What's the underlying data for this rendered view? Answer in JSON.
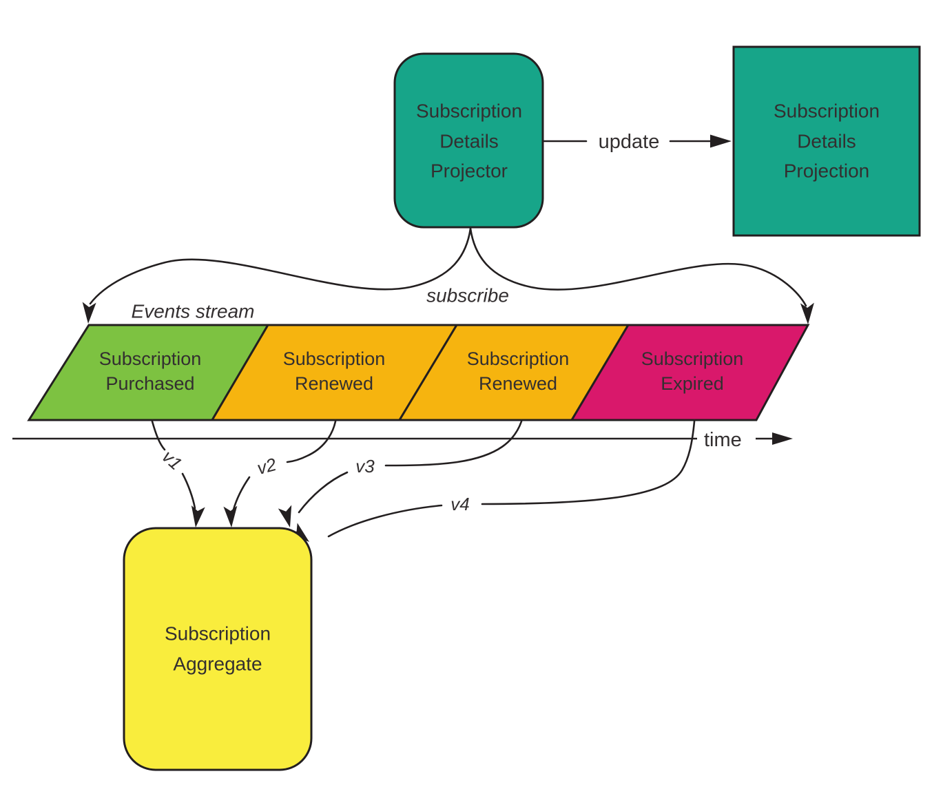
{
  "colors": {
    "teal": "#17a589",
    "yellow": "#f9ed3d",
    "stroke": "#231f20"
  },
  "nodes": {
    "projector": {
      "lines": [
        "Subscription",
        "Details",
        "Projector"
      ]
    },
    "projection": {
      "lines": [
        "Subscription",
        "Details",
        "Projection"
      ]
    },
    "aggregate": {
      "lines": [
        "Subscription",
        "Aggregate"
      ]
    }
  },
  "labels": {
    "update": "update",
    "subscribe": "subscribe",
    "events_stream": "Events stream",
    "time": "time"
  },
  "events": [
    {
      "name": "subscription-purchased",
      "color": "#7dc241",
      "lines": [
        "Subscription",
        "Purchased"
      ],
      "version": "v1"
    },
    {
      "name": "subscription-renewed-1",
      "color": "#f6b40f",
      "lines": [
        "Subscription",
        "Renewed"
      ],
      "version": "v2"
    },
    {
      "name": "subscription-renewed-2",
      "color": "#f6b40f",
      "lines": [
        "Subscription",
        "Renewed"
      ],
      "version": "v3"
    },
    {
      "name": "subscription-expired",
      "color": "#d9186b",
      "lines": [
        "Subscription",
        "Expired"
      ],
      "version": "v4"
    }
  ]
}
